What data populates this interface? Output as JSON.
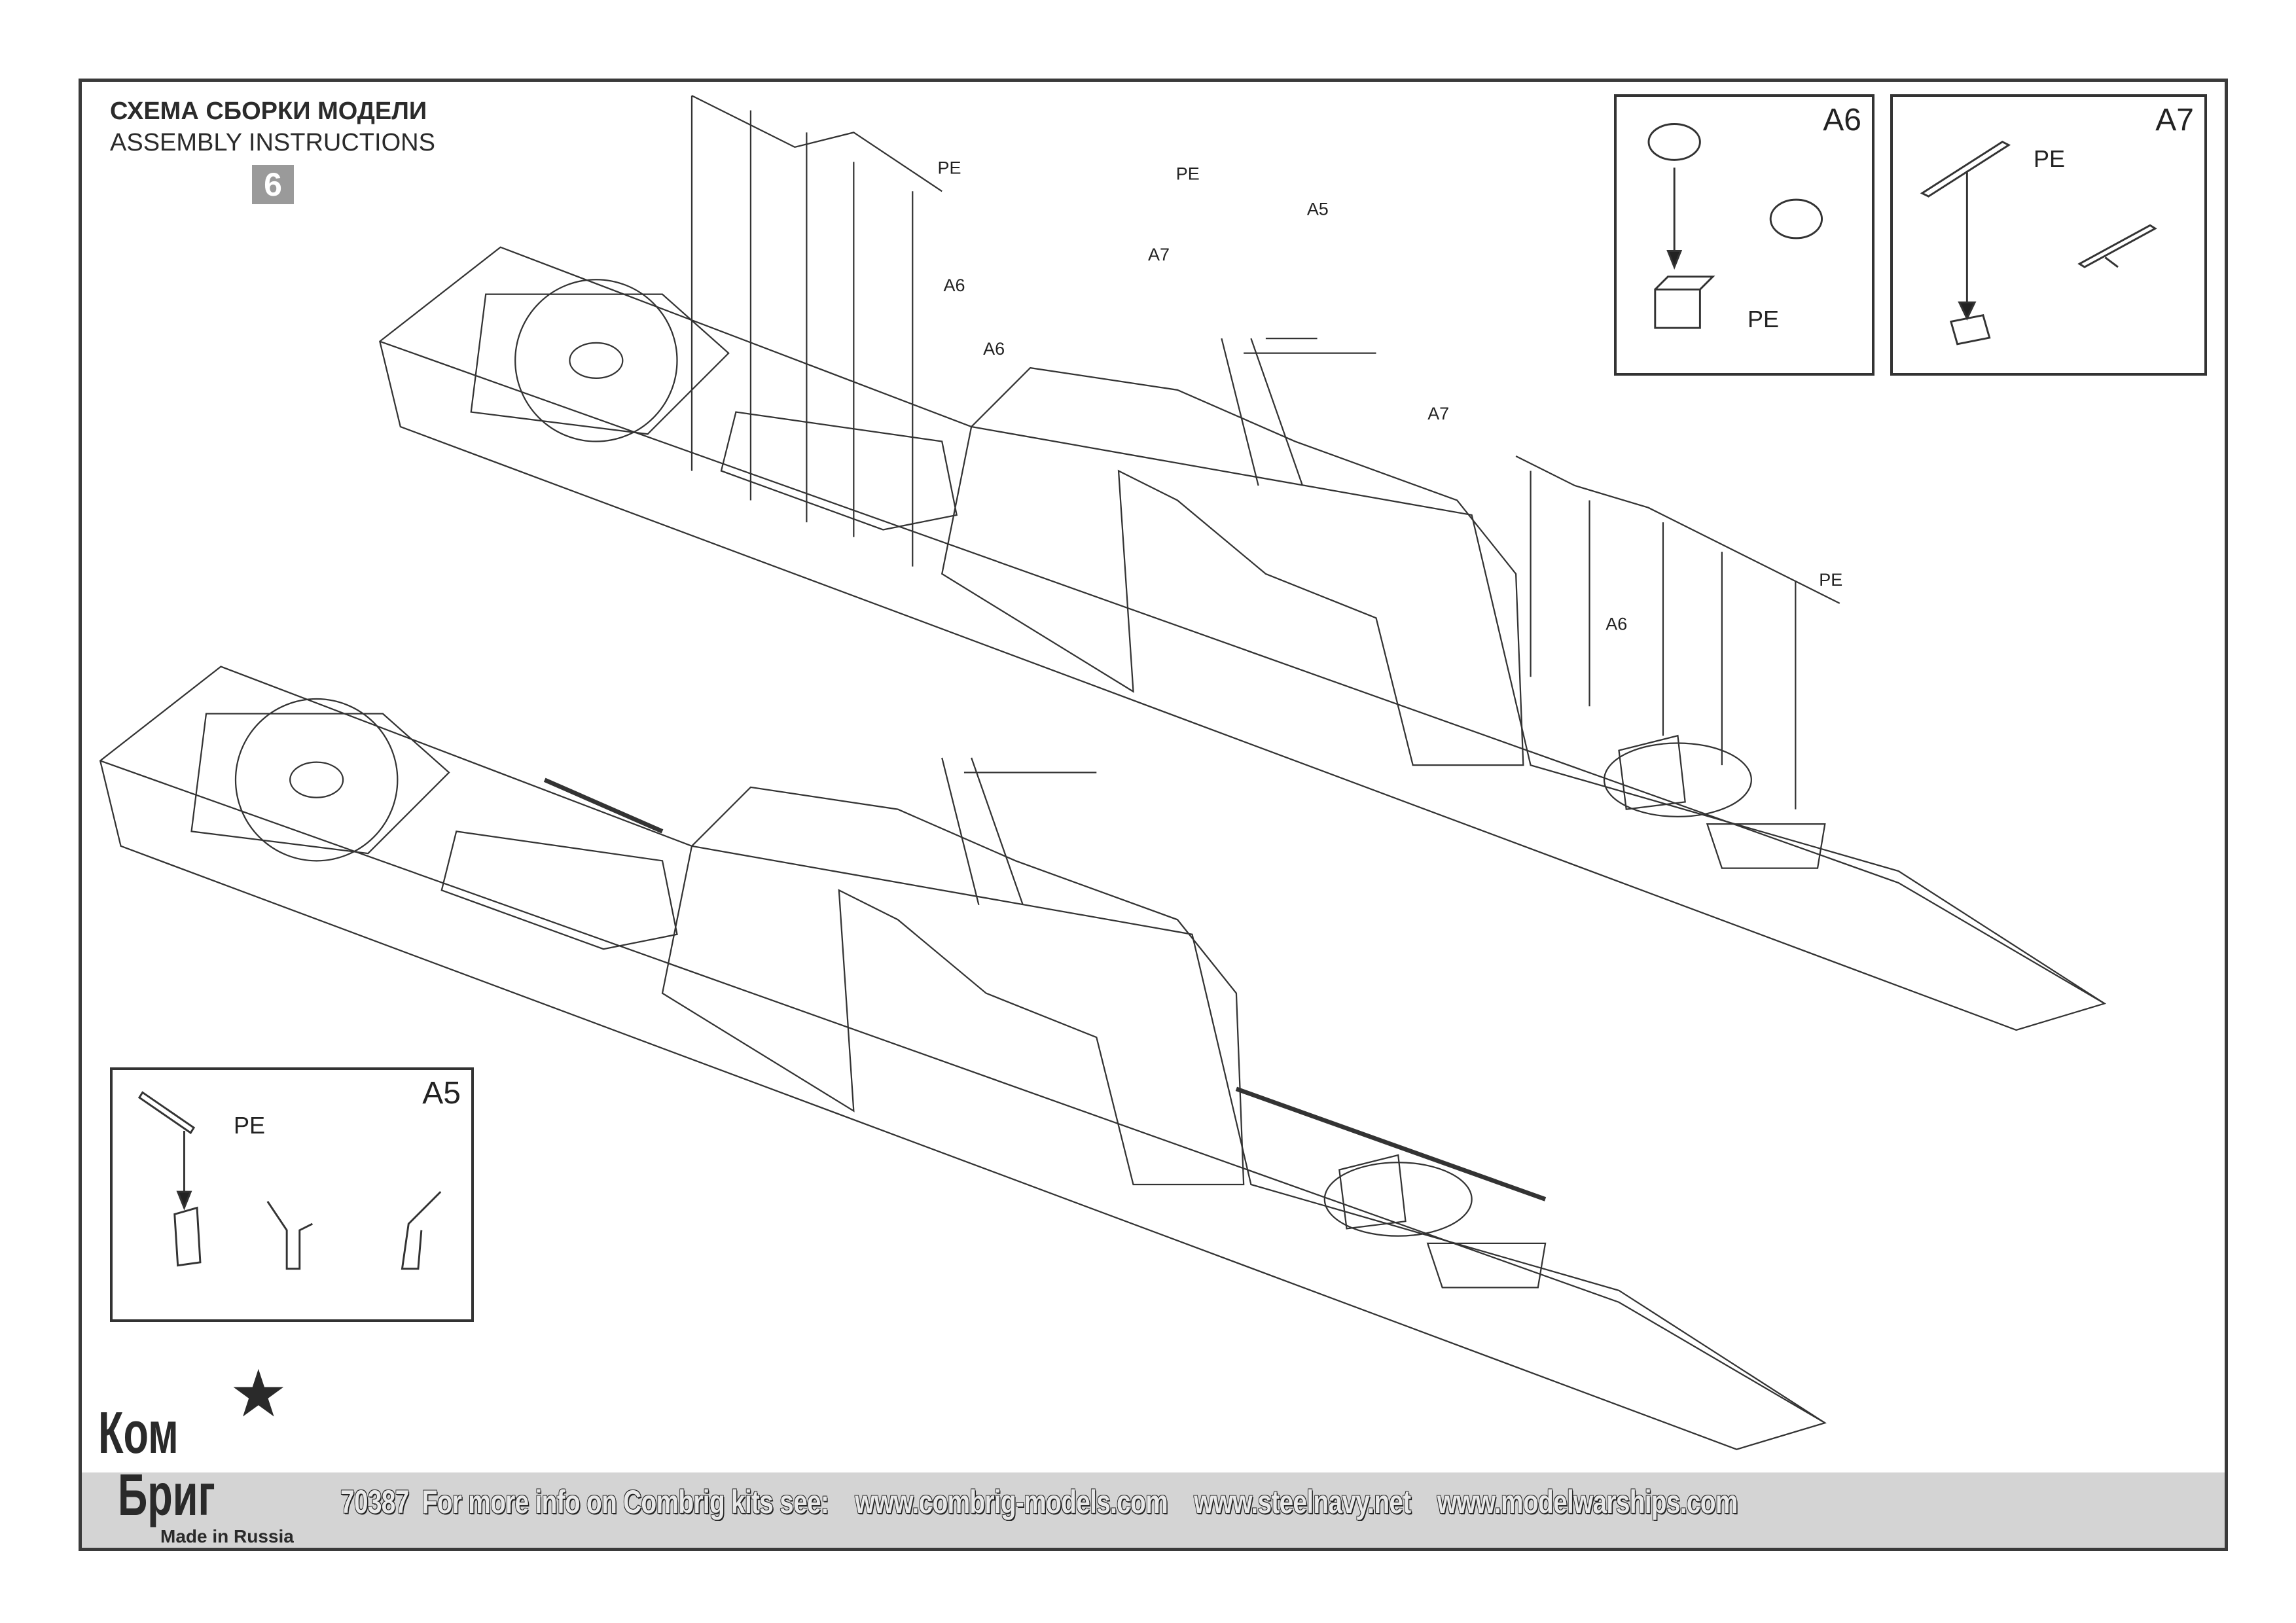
{
  "header": {
    "title_ru": "СХЕМА СБОРКИ МОДЕЛИ",
    "title_en": "ASSEMBLY INSTRUCTIONS",
    "step": "6"
  },
  "callouts": {
    "pe": "PE",
    "a5": "A5",
    "a6": "A6",
    "a7": "A7"
  },
  "insets": {
    "a6": {
      "title": "A6",
      "pe": "PE"
    },
    "a7": {
      "title": "A7",
      "pe": "PE"
    },
    "a5": {
      "title": "A5",
      "pe": "PE"
    }
  },
  "footer": {
    "text": "70387  For more info on Combrig kits see:    www.combrig-models.com    www.steelnavy.net    www.modelwarships.com"
  },
  "logo": {
    "line1": "Ком",
    "line2": "Бриг",
    "tagline": "Made in Russia"
  }
}
